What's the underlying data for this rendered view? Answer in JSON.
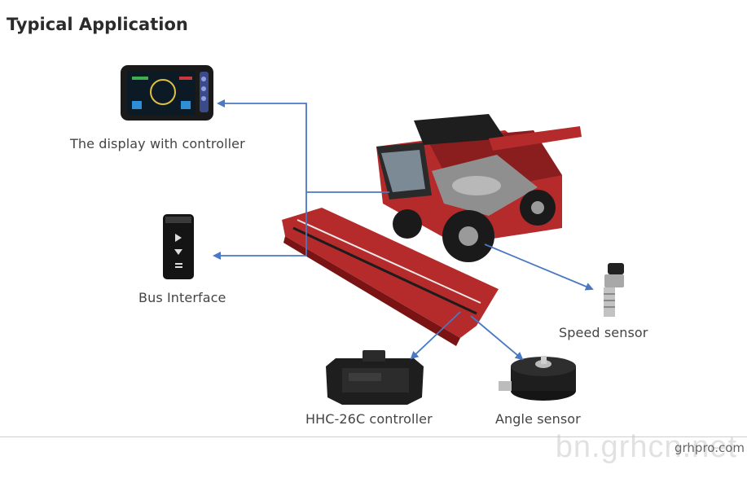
{
  "header": {
    "title": "Typical Application"
  },
  "labels": {
    "display": "The display with controller",
    "bus": "Bus Interface",
    "speed": "Speed sensor",
    "controller": "HHC-26C controller",
    "angle": "Angle sensor"
  },
  "footer": {
    "site": "grhpro.com",
    "watermark": "bn.grhcn.net"
  },
  "colors": {
    "arrow": "#4a78c2",
    "harvester": "#b52a2a",
    "device": "#1e1e1e"
  }
}
